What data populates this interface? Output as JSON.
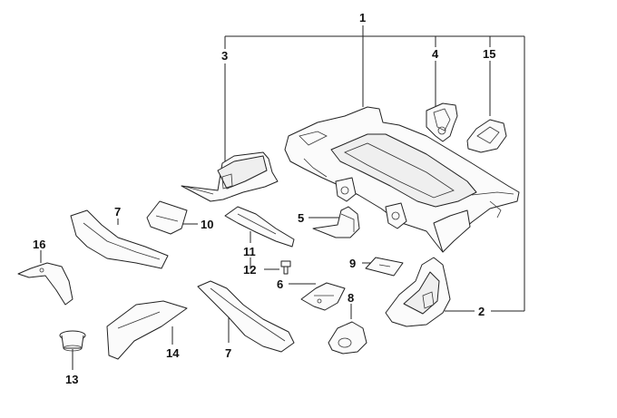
{
  "callouts": {
    "c1": "1",
    "c2": "2",
    "c3": "3",
    "c4": "4",
    "c5": "5",
    "c6": "6",
    "c7a": "7",
    "c7b": "7",
    "c8": "8",
    "c9": "9",
    "c10": "10",
    "c11": "11",
    "c12": "12",
    "c13": "13",
    "c14": "14",
    "c15": "15",
    "c16": "16"
  }
}
